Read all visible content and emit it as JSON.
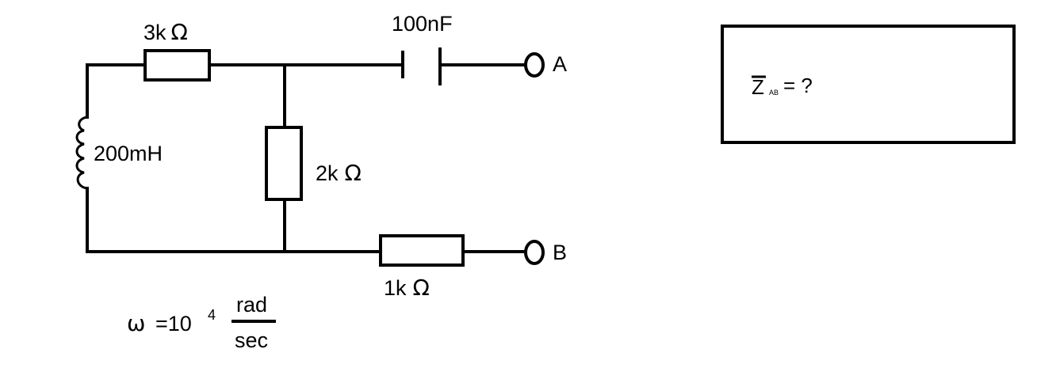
{
  "circuit": {
    "r1": {
      "value": "3k",
      "unit": "Ω"
    },
    "r2": {
      "value": "2k",
      "unit": "Ω"
    },
    "r3": {
      "value": "1k",
      "unit": "Ω"
    },
    "inductor": {
      "value": "200mH"
    },
    "capacitor": {
      "value": "100nF"
    },
    "terminal_a": "A",
    "terminal_b": "B"
  },
  "omega": {
    "symbol": "ω",
    "equals": "=10",
    "exponent": "4",
    "numerator": "rad",
    "denominator": "sec"
  },
  "question": {
    "z_symbol": "Z",
    "subscript": "AB",
    "text": "= ?"
  },
  "colors": {
    "ink": "#000000",
    "background": "#ffffff"
  }
}
